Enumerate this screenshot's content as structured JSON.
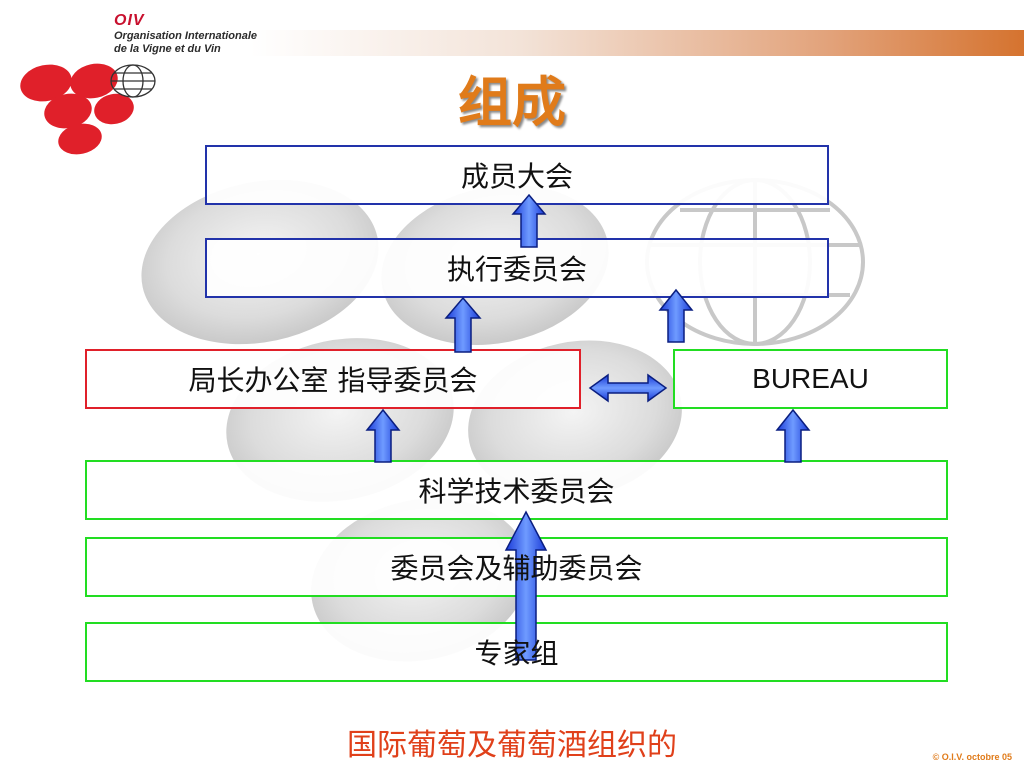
{
  "logo": {
    "abbr": "OIV",
    "line1": "Organisation Internationale",
    "line2": "de la Vigne et du Vin"
  },
  "title": "组成",
  "boxes": {
    "general_assembly": "成员大会",
    "executive_committee": "执行委员会",
    "director_steering": "局长办公室  指导委员会",
    "bureau": "BUREAU",
    "scientific_committee": "科学技术委员会",
    "commissions": "委员会及辅助委员会",
    "expert_groups": "专家组"
  },
  "footer": "国际葡萄及葡萄酒组织的",
  "copyright": "© O.I.V. octobre 05",
  "colors": {
    "title": "#e07b1a",
    "footer": "#e0401a",
    "arrow": "#3a6bff",
    "box_blue": "#2233aa",
    "box_red": "#e0202a",
    "box_green": "#22dd22"
  }
}
